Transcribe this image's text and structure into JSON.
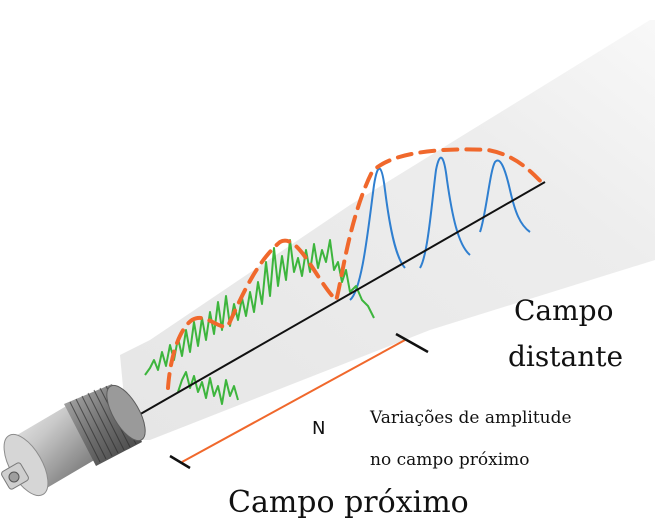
{
  "labels": {
    "far_line1": "Campo",
    "far_line2": "distante",
    "near_field": "Campo próximo",
    "n_symbol": "N",
    "variation_line1": "Variações de amplitude",
    "variation_line2": "no campo próximo"
  },
  "colors": {
    "beam": "#e8e8e8",
    "axis": "#111111",
    "near_field_signal": "#3db53d",
    "far_field_signal": "#2f7fd0",
    "envelope": "#f0682c",
    "length_marker": "#f0682c",
    "transducer": "#a8a8a8"
  },
  "icons": {
    "transducer": "ultrasonic-transducer-icon"
  }
}
